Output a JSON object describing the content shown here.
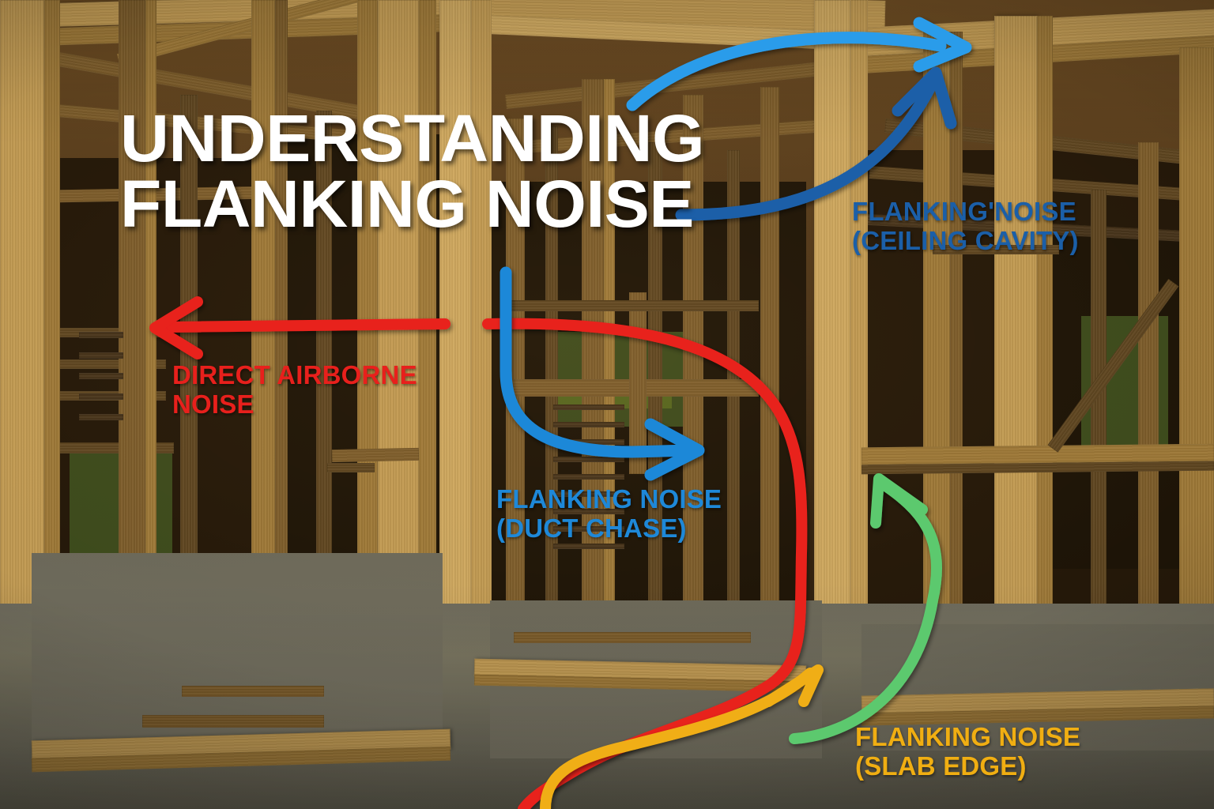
{
  "title": {
    "text": "UNDERSTANDING\nFLANKING NOISE",
    "color": "#ffffff"
  },
  "labels": [
    {
      "id": "direct-airborne-noise",
      "text": "DIRECT AIRBORNE\nNOISE",
      "color": "#e8201c",
      "path_color": "#e8201c"
    },
    {
      "id": "flanking-noise-duct-chase",
      "text": "FLANKING NOISE\n(DUCT CHASE)",
      "color": "#1e88d8",
      "path_color": "#1e88d8"
    },
    {
      "id": "flanking-noise-ceiling-cavity",
      "text": "FLANKING'NOISE\n(CEILING CAVITY)",
      "color": "#1b5fa8",
      "path_color": "#1b5fa8"
    },
    {
      "id": "flanking-noise-slab-edge",
      "text": "FLANKING NOISE\n(SLAB EDGE)",
      "color": "#f0ae12",
      "path_color": "#f0ae12"
    }
  ],
  "palette": {
    "red": "#e8201c",
    "light_blue": "#2a9cea",
    "dark_blue": "#1b5fa8",
    "duct_blue": "#1e88d8",
    "amber": "#f0ae12",
    "green": "#5bc96e",
    "white": "#ffffff",
    "timber": "#a7803f",
    "slab": "#6d6a5c"
  },
  "scene": {
    "subject": "timber stud wall framing under construction, concrete slab floor",
    "annotation_arrows": 5
  }
}
